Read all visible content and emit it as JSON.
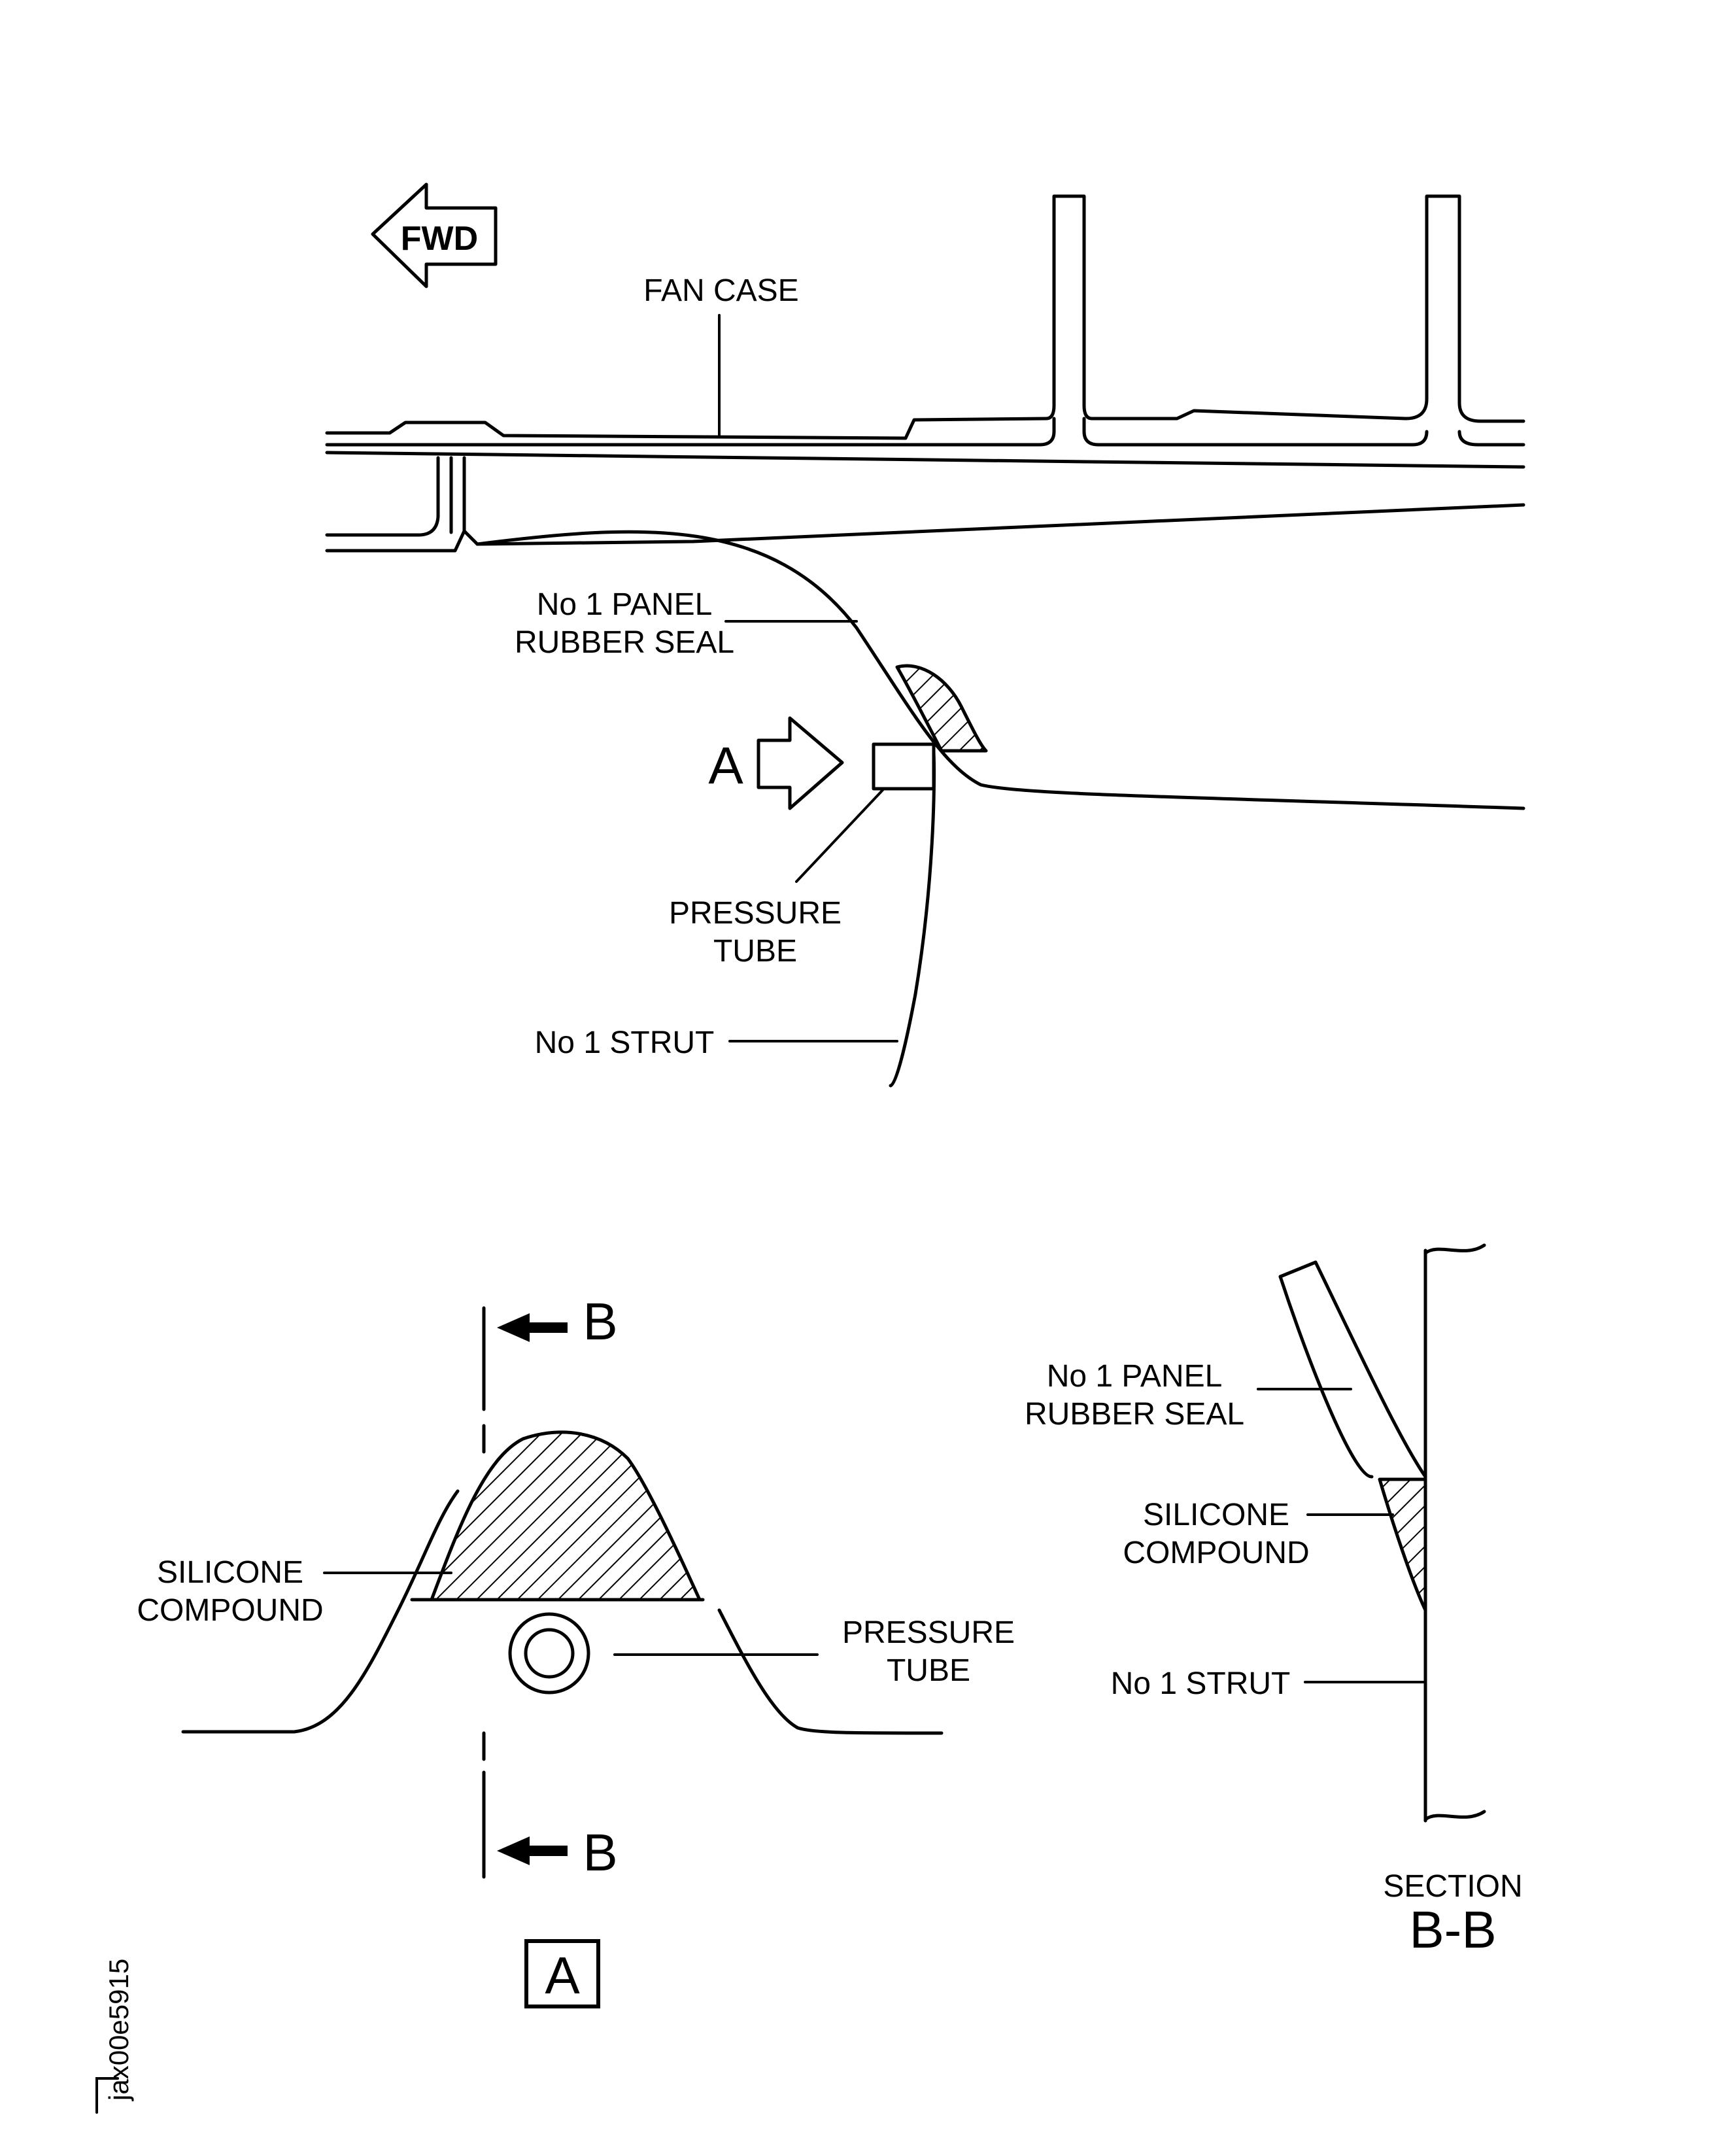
{
  "main_view": {
    "fwd_arrow": "FWD",
    "fan_case": "FAN CASE",
    "panel_seal_line1": "No 1  PANEL",
    "panel_seal_line2": "RUBBER  SEAL",
    "view_a_marker": "A",
    "pressure_tube_line1": "PRESSURE",
    "pressure_tube_line2": "TUBE",
    "strut": "No 1  STRUT"
  },
  "detail_a": {
    "section_top": "B",
    "section_bottom": "B",
    "silicone_line1": "SILICONE",
    "silicone_line2": "COMPOUND",
    "pressure_tube_line1": "PRESSURE",
    "pressure_tube_line2": "TUBE",
    "view_label": "A"
  },
  "section_bb": {
    "panel_seal_line1": "No 1  PANEL",
    "panel_seal_line2": "RUBBER  SEAL",
    "silicone_line1": "SILICONE",
    "silicone_line2": "COMPOUND",
    "strut": "No 1  STRUT",
    "caption_line1": "SECTION",
    "caption_line2": "B-B"
  },
  "figure_id": "jax00e5915"
}
